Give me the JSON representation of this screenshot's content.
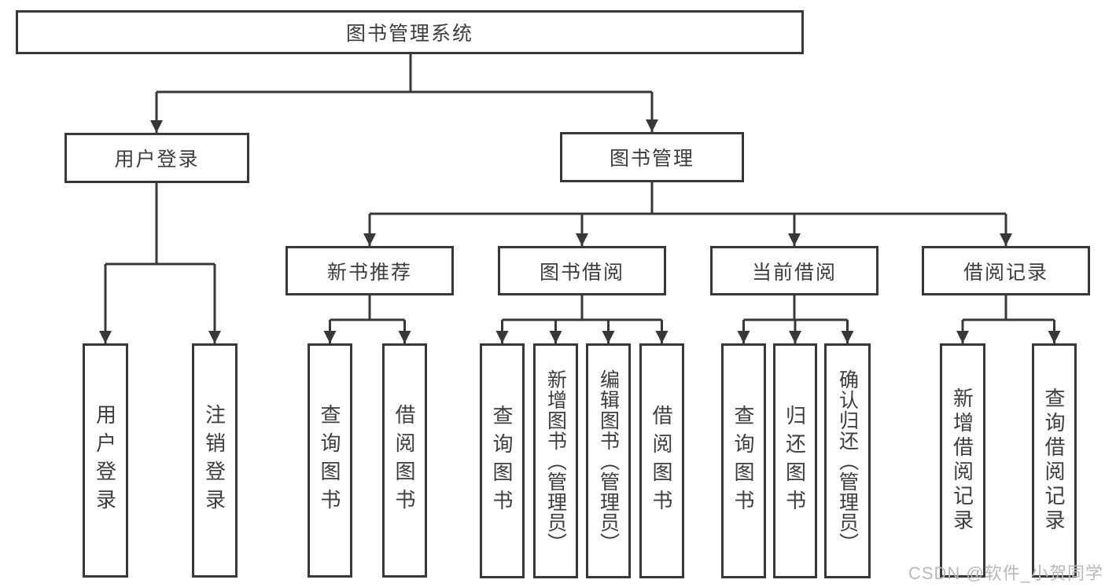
{
  "root": "图书管理系统",
  "watermark": "CSDN @软件_小贺同学",
  "colors": {
    "line": "#383838",
    "box_border": "#383838",
    "box_bg": "#ffffff",
    "text": "#3d3d3d",
    "watermark": "#b8b8b8"
  },
  "branches": {
    "userLogin": {
      "label": "用户登录",
      "leaves": [
        "用户登录",
        "注销登录"
      ]
    },
    "bookMgmt": {
      "label": "图书管理",
      "sections": {
        "newBooks": {
          "label": "新书推荐",
          "leaves": [
            "查询图书",
            "借阅图书"
          ]
        },
        "bookBorrow": {
          "label": "图书借阅",
          "leaves": [
            "查询图书",
            "新增图书（管理员）",
            "编辑图书（管理员）",
            "借阅图书"
          ]
        },
        "currentBorrow": {
          "label": "当前借阅",
          "leaves": [
            "查询图书",
            "归还图书",
            "确认归还（管理员）"
          ]
        },
        "borrowRecords": {
          "label": "借阅记录",
          "leaves": [
            "新增借阅记录",
            "查询借阅记录"
          ]
        }
      }
    }
  }
}
